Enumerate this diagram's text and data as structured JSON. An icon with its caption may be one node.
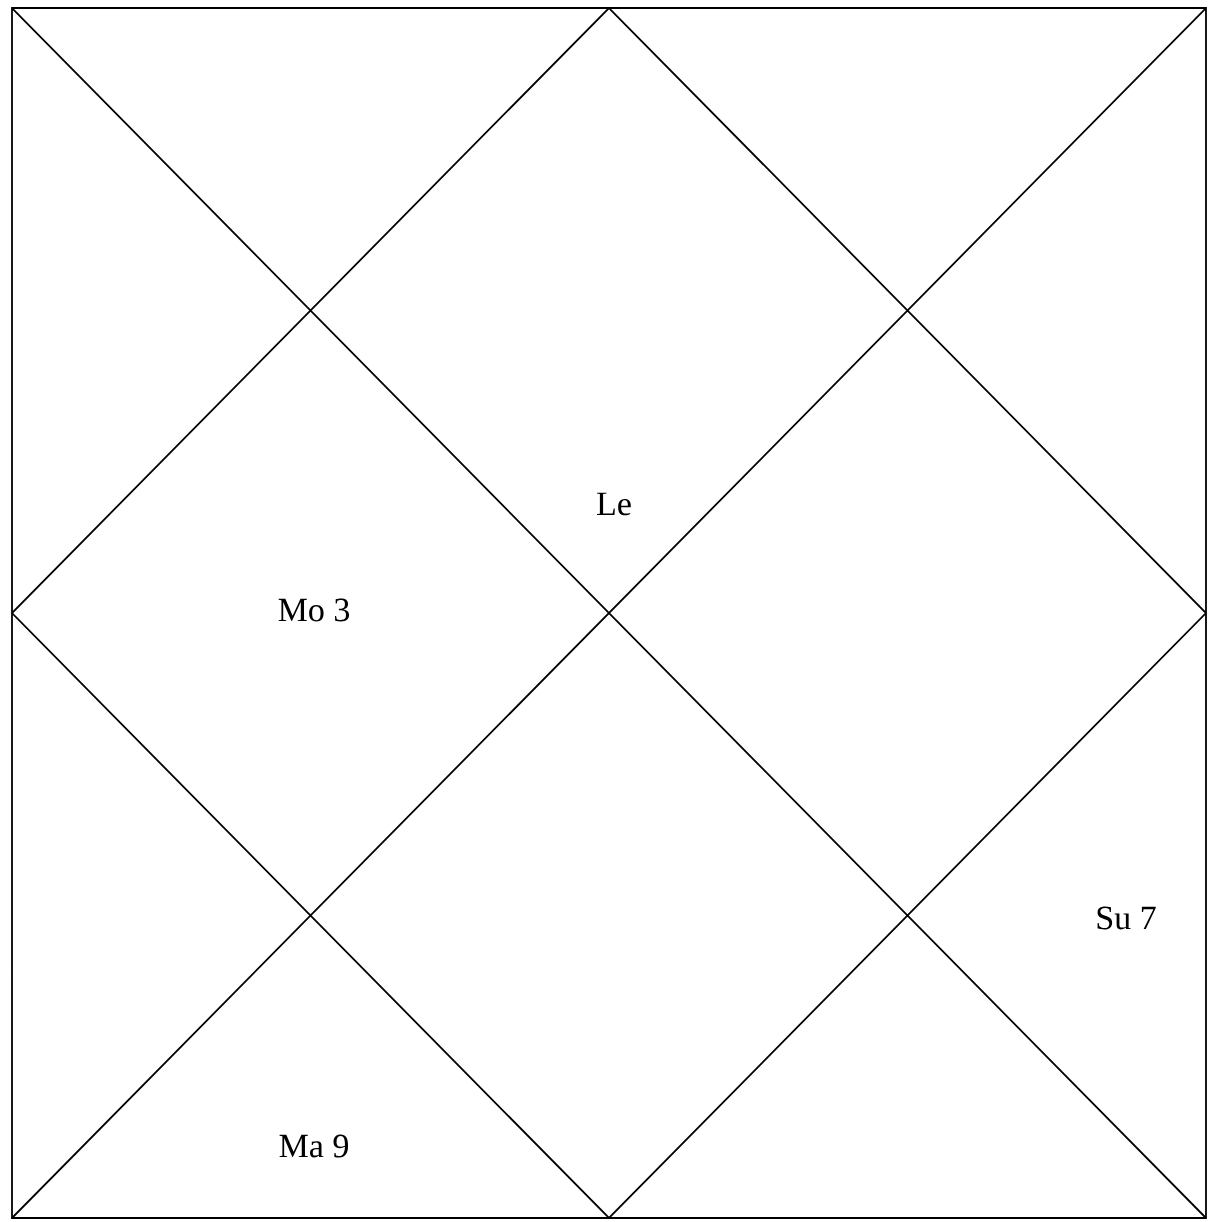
{
  "diagram": {
    "labels": [
      "Le",
      "Mo 3",
      "Su 7",
      "Ma 9"
    ]
  }
}
